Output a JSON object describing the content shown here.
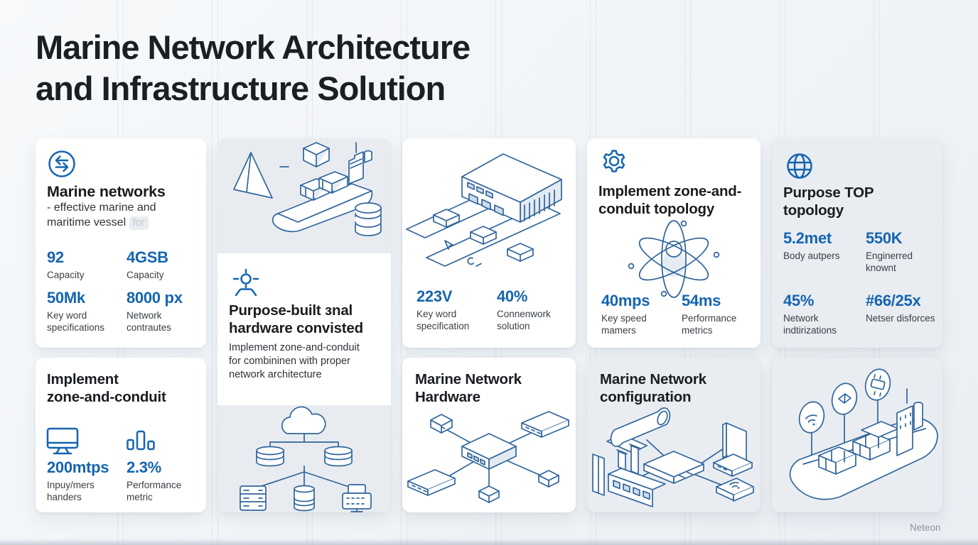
{
  "slide": {
    "title": "Marine Network Architecture\nand Infrastructure Solution",
    "brand": "Neteon"
  },
  "cards": {
    "marine_networks": {
      "icon": "transfer-arrows-icon",
      "title": "Marine networks",
      "subtitle": "- effective marine and\nmaritime vessel",
      "ghost_word": "for",
      "stats": [
        {
          "value": "92",
          "label": "Capacity"
        },
        {
          "value": "4GSB",
          "label": "Capacity"
        },
        {
          "value": "50Mk",
          "label": "Key word specifications"
        },
        {
          "value": "8000 px",
          "label": "Network contrautes"
        }
      ]
    },
    "purpose_built": {
      "icon": "idea-person-icon",
      "title": "Purpose-built ɜnal\nhardware convisted",
      "body": "Implement zone-and-conduit\nfor combininen with proper\nnetwork architecture",
      "top_illustration": "cargo-ship-pyramid-cube-database",
      "bottom_illustration": "cloud-database-server-tree"
    },
    "hardware_unit": {
      "illustration": "marine-server-box",
      "stats": [
        {
          "value": "223V",
          "label": "Key word specification"
        },
        {
          "value": "40%",
          "label": "Connenwork solution"
        }
      ]
    },
    "zone_conduit_topology": {
      "icon": "gear-icon",
      "title": "Implement zone-and-\nconduit topology",
      "illustration": "atom-orbits",
      "stats": [
        {
          "value": "40mps",
          "label": "Key speed mamers"
        },
        {
          "value": "54ms",
          "label": "Performance metrics"
        }
      ]
    },
    "purpose_top": {
      "icon": "globe-icon",
      "title": "Purpose TOP\ntopology",
      "stats": [
        {
          "value": "5.2met",
          "label": "Body autpers"
        },
        {
          "value": "550K",
          "label": "Enginerred knownt"
        },
        {
          "value": "45%",
          "label": "Network indtirizations"
        },
        {
          "value": "#66/25x",
          "label": "Netser disforces"
        }
      ]
    },
    "implement_zone": {
      "title": "Implement\nzone-and-conduit",
      "stats": [
        {
          "value": "200mtps",
          "label": "Inpuy/mers handers",
          "icon": "monitor-icon"
        },
        {
          "value": "2.3%",
          "label": "Performance metric",
          "icon": "bar-chart-icon"
        }
      ]
    },
    "network_hardware": {
      "title": "Marine Network\nHardware",
      "illustration": "switch-star-network"
    },
    "network_configuration": {
      "title": "Marine Network\nconfiguration",
      "illustration": "device-star-network"
    },
    "ship_overview": {
      "illustration": "cargo-ship-iot"
    }
  }
}
